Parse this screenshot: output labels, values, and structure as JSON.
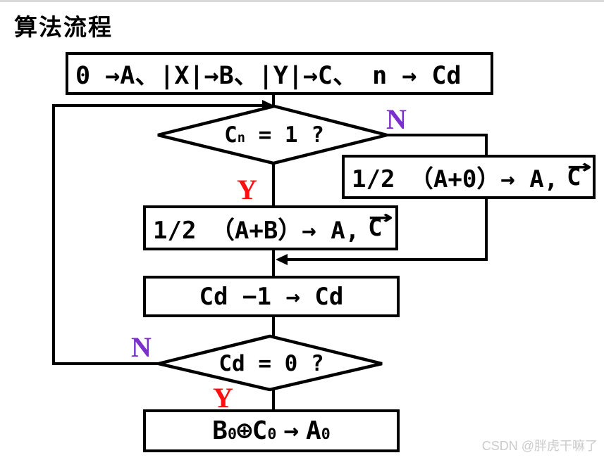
{
  "page": {
    "title": "算法流程",
    "watermark": "CSDN @胖虎干嘛了"
  },
  "colors": {
    "line": "#000000",
    "yes_label": "#ff0f0f",
    "no_label": "#7b2fcc",
    "watermark": "#cbcbcb",
    "top_rule": "#d9d9d9"
  },
  "branch_labels": {
    "decision1_no": "N",
    "decision1_yes": "Y",
    "decision2_no": "N",
    "decision2_yes": "Y"
  },
  "nodes": {
    "start": {
      "text": "0 →A、|X|→B、|Y|→C、 n → Cd"
    },
    "decision_cn": {
      "base": "C",
      "sub": "n",
      "rest": " = 1 ?"
    },
    "no_branch_box": {
      "pre": "1/2 （A+0）→ A,",
      "vec_base": "C",
      "vec_arrow": "→"
    },
    "yes_branch_box": {
      "pre": "1/2 （A+B）→ A,",
      "vec_base": "C",
      "vec_arrow": "→"
    },
    "decrement": {
      "text": "Cd −1 → Cd"
    },
    "decision_cd": {
      "text": "Cd = 0 ?"
    },
    "result": {
      "b": "B",
      "b_sub": "0",
      "xor": "⊕",
      "c": "C",
      "c_sub": "0",
      "arrow": "→",
      "a": "A",
      "a_sub": "0"
    }
  }
}
